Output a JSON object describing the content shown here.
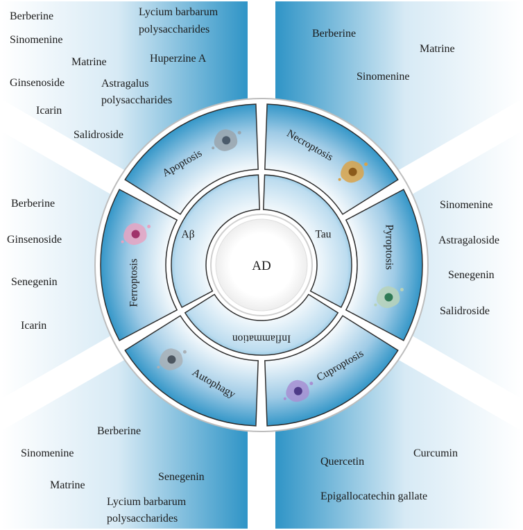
{
  "center": {
    "label": "AD"
  },
  "inner_ring": {
    "abeta": "Aβ",
    "tau": "Tau",
    "inflammation": "Inflammation"
  },
  "death_modes": {
    "apoptosis": "Apoptosis",
    "necroptosis": "Necroptosis",
    "pyroptosis": "Pyroptosis",
    "cuproptosis": "Cuproptosis",
    "autophagy": "Autophagy",
    "ferroptosis": "Ferroptosis"
  },
  "compound_panels": {
    "top_left": [
      "Berberine",
      "Sinomenine",
      "Lycium barbarum",
      "polysaccharides",
      "Matrine",
      "Huperzine A",
      "Ginsenoside",
      "Astragalus",
      "polysaccharides",
      "Icarin",
      "Salidroside"
    ],
    "top_right": [
      "Berberine",
      "Matrine",
      "Sinomenine"
    ],
    "right": [
      "Sinomenine",
      "Astragaloside",
      "Senegenin",
      "Salidroside"
    ],
    "bottom_right": [
      "Quercetin",
      "Curcumin",
      "Epigallocatechin gallate"
    ],
    "bottom_left": [
      "Berberine",
      "Sinomenine",
      "Senegenin",
      "Matrine",
      "Lycium barbarum",
      "polysaccharides"
    ],
    "left": [
      "Berberine",
      "Ginsenoside",
      "Senegenin",
      "Icarin"
    ]
  },
  "colors": {
    "blue_dark": "#1f8cc2",
    "blue_light": "#eaf4fa",
    "ring_stroke": "#2c2c2c",
    "gap": "#ffffff"
  },
  "icons": {
    "apoptosis": "apoptotic-cell-icon",
    "necroptosis": "necroptotic-cell-icon",
    "pyroptosis": "pyroptotic-cell-icon",
    "cuproptosis": "cuproptotic-cell-icon",
    "autophagy": "autophagic-cell-icon",
    "ferroptosis": "ferroptotic-cell-icon"
  }
}
